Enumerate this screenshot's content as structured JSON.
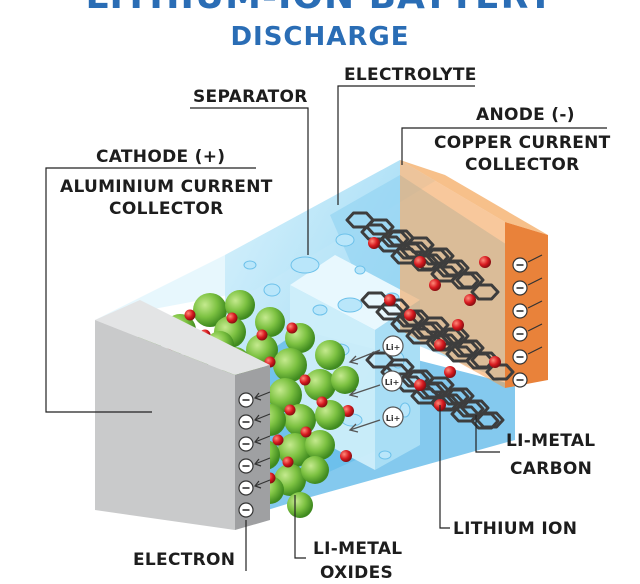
{
  "title": "LITHIUM-ION BATTERY",
  "subtitle": "DISCHARGE",
  "labels": {
    "separator": "SEPARATOR",
    "electrolyte": "ELECTROLYTE",
    "anode": "ANODE (-)",
    "copper_collector": "COPPER CURRENT\nCOLLECTOR",
    "cathode": "CATHODE (+)",
    "aluminium_collector": "ALUMINIUM CURRENT\nCOLLECTOR",
    "li_metal_carbon_1": "LI-METAL",
    "li_metal_carbon_2": "CARBON",
    "lithium_ion": "LITHIUM ION",
    "electron": "ELECTRON",
    "li_metal_oxides_1": "LI-METAL",
    "li_metal_oxides_2": "OXIDES"
  },
  "ion_badge": "Li+",
  "colors": {
    "title": "#2a6db5",
    "cathode_collector": "#c9cacb",
    "anode_collector": "#f39a4a",
    "electrolyte": "#9fd8f2",
    "separator": "#cdeefa",
    "particles": "#7dc242",
    "ions": "#d7191f",
    "carbon_lattice": "#3d3d3d"
  }
}
